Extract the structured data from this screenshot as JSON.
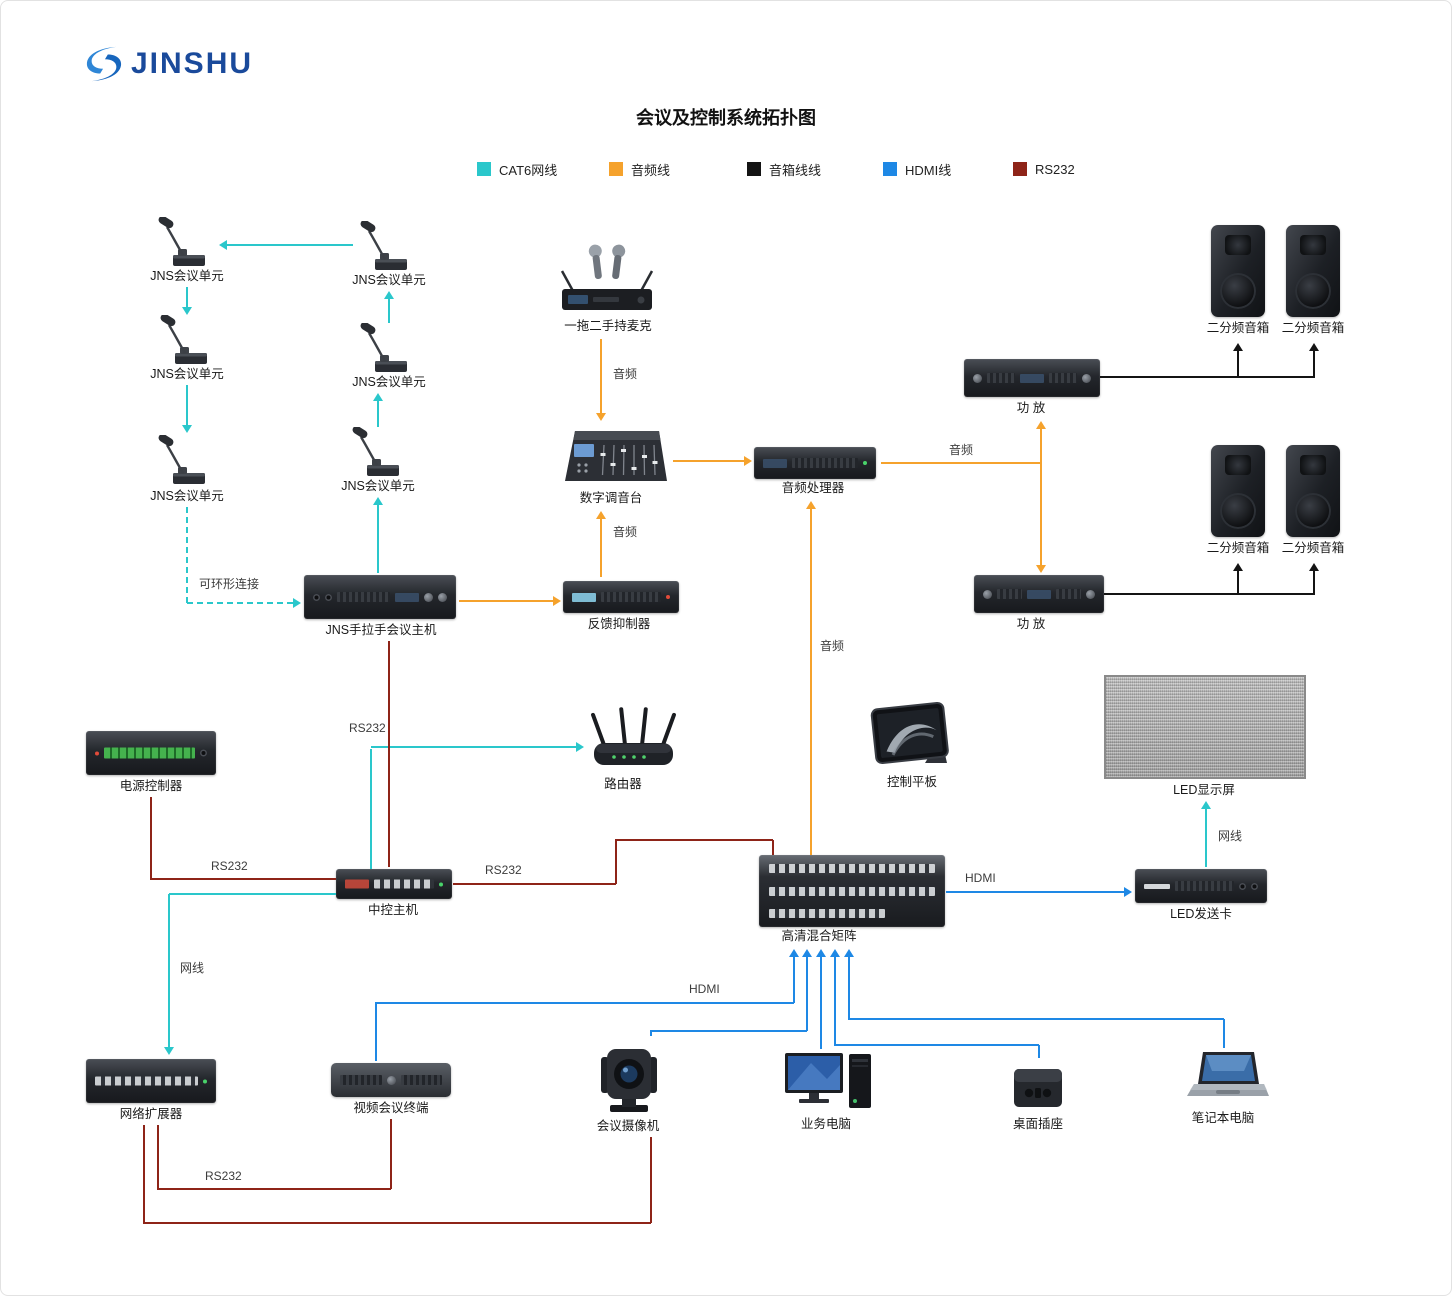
{
  "logo": {
    "text": "JINSHU"
  },
  "title": "会议及控制系统拓扑图",
  "legend": [
    {
      "label": "CAT6网线",
      "color": "#2ac7cb"
    },
    {
      "label": "音频线",
      "color": "#f5a22c"
    },
    {
      "label": "音箱线线",
      "color": "#141414"
    },
    {
      "label": "HDMI线",
      "color": "#1e88e5"
    },
    {
      "label": "RS232",
      "color": "#8e2418"
    }
  ],
  "nodes": {
    "conference_mic": "JNS会议单元",
    "handheld_mic": "一拖二手持麦克",
    "mixer": "数字调音台",
    "audio_processor": "音频处理器",
    "amplifier": "功 放",
    "speaker": "二分频音箱",
    "conference_host": "JNS手拉手会议主机",
    "feedback_suppressor": "反馈抑制器",
    "power_controller": "电源控制器",
    "router": "路由器",
    "control_tablet": "控制平板",
    "led_display": "LED显示屏",
    "central_control": "中控主机",
    "hd_matrix": "高清混合矩阵",
    "led_sender": "LED发送卡",
    "network_extender": "网络扩展器",
    "video_conference_terminal": "视频会议终端",
    "conference_camera": "会议摄像机",
    "business_pc": "业务电脑",
    "desktop_socket": "桌面插座",
    "laptop": "笔记本电脑"
  },
  "edge_labels": {
    "audio": "音频",
    "rs232": "RS232",
    "hdmi": "HDMI",
    "lan": "网线",
    "ring": "可环形连接"
  }
}
